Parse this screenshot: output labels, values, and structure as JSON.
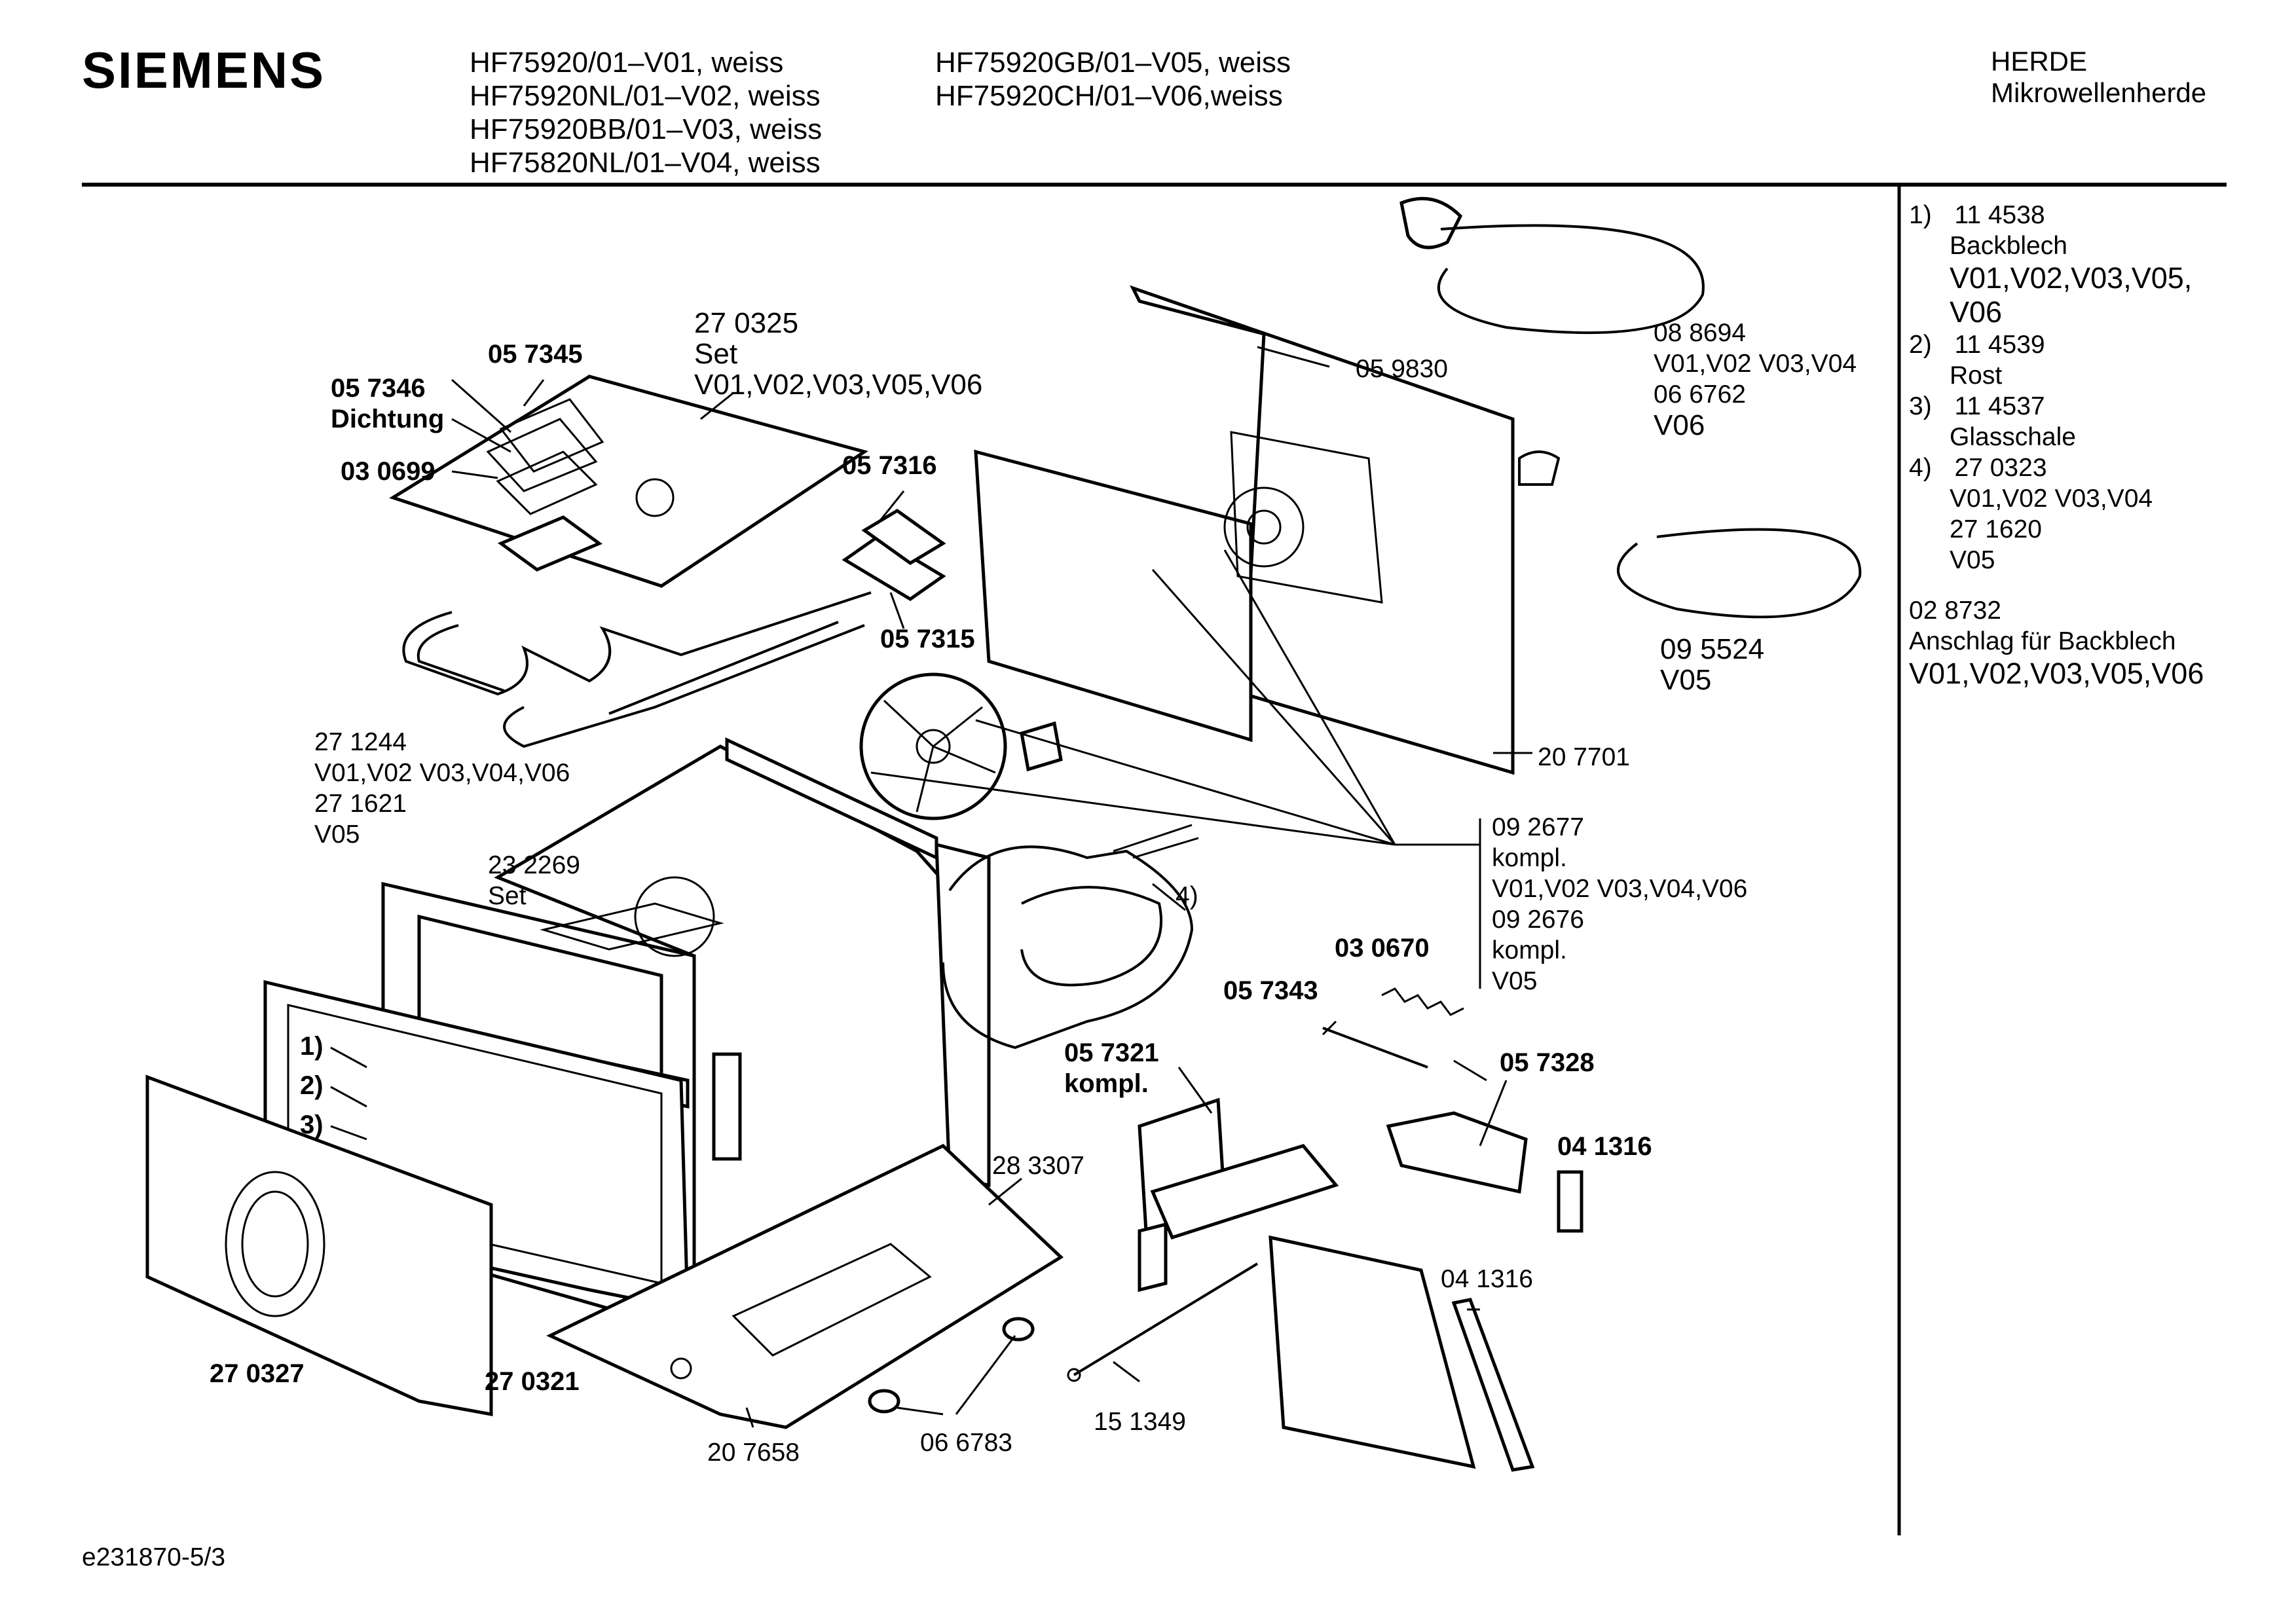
{
  "header": {
    "brand": "SIEMENS",
    "models_col1": [
      "HF75920/01–V01, weiss",
      "HF75920NL/01–V02, weiss",
      "HF75920BB/01–V03, weiss",
      "HF75820NL/01–V04, weiss"
    ],
    "models_col2": [
      "HF75920GB/01–V05, weiss",
      "HF75920CH/01–V06,weiss"
    ],
    "category": "HERDE",
    "subcategory": "Mikrowellenherde"
  },
  "parts": {
    "p270325": "27 0325",
    "p270325_set": "Set",
    "p270325_var": "V01,V02,V03,V05,V06",
    "p057345": "05 7345",
    "p057346": "05 7346",
    "p057346_name": "Dichtung",
    "p030699": "03 0699",
    "p057316": "05 7316",
    "p057315": "05 7315",
    "p271244": "27 1244",
    "p271244_var": "V01,V02 V03,V04,V06",
    "p271621": "27 1621",
    "p271621_var": "V05",
    "p232269": "23 2269",
    "p232269_set": "Set",
    "p059830": "05 9830",
    "p088694": "08 8694",
    "p088694_var": "V01,V02 V03,V04",
    "p066762": "06 6762",
    "p066762_var": "V06",
    "p095524": "09 5524",
    "p095524_var": "V05",
    "p207701": "20 7701",
    "p092677": "09 2677",
    "p092677_k": "kompl.",
    "p092677_var": "V01,V02 V03,V04,V06",
    "p092676": "09 2676",
    "p092676_k": "kompl.",
    "p092676_var": "V05",
    "p030670": "03 0670",
    "p057343": "05 7343",
    "p057321": "05 7321",
    "p057321_k": "kompl.",
    "p057328": "05 7328",
    "p041316a": "04 1316",
    "p041316b": "04 1316",
    "p283307": "28 3307",
    "p270327": "27 0327",
    "p270321": "27 0321",
    "p207658": "20 7658",
    "p066783": "06 6783",
    "p151349": "15 1349",
    "ref4": "4)",
    "ref1": "1)",
    "ref2": "2)",
    "ref3": "3)"
  },
  "side_list": {
    "items": [
      {
        "num": "1)",
        "part": "11 4538",
        "name": "Backblech",
        "variants": "V01,V02,V03,V05,",
        "variants2": "V06"
      },
      {
        "num": "2)",
        "part": "11 4539",
        "name": "Rost"
      },
      {
        "num": "3)",
        "part": "11 4537",
        "name": "Glasschale"
      },
      {
        "num": "4)",
        "part": "27 0323",
        "name": "V01,V02 V03,V04",
        "part2": "27 1620",
        "variants": "V05"
      }
    ],
    "extra_part": "02 8732",
    "extra_name": "Anschlag für Backblech",
    "extra_variants": "V01,V02,V03,V05,V06"
  },
  "footer": {
    "doc_id": "e231870-5/3"
  }
}
